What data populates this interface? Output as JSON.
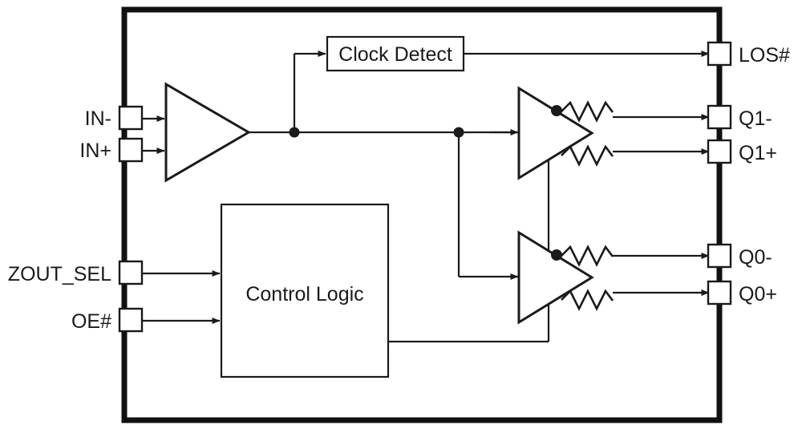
{
  "diagram": {
    "title": "Clock buffer block diagram",
    "colors": {
      "line": "#1a1a1a",
      "border": "#111111",
      "background": "#ffffff",
      "text": "#1a1a1a"
    },
    "blocks": [
      {
        "id": "clock-detect",
        "label": "Clock Detect"
      },
      {
        "id": "control-logic",
        "label": "Control Logic"
      }
    ],
    "amplifiers": [
      {
        "id": "input-buffer",
        "label": ""
      },
      {
        "id": "q1-output-buffer",
        "label": ""
      },
      {
        "id": "q0-output-buffer",
        "label": ""
      }
    ],
    "input_pins": [
      {
        "id": "in-minus",
        "label": "IN-"
      },
      {
        "id": "in-plus",
        "label": "IN+"
      },
      {
        "id": "zout-sel",
        "label": "ZOUT_SEL"
      },
      {
        "id": "oe-hash",
        "label": "OE#"
      }
    ],
    "output_pins": [
      {
        "id": "los-hash",
        "label": "LOS#"
      },
      {
        "id": "q1-minus",
        "label": "Q1-"
      },
      {
        "id": "q1-plus",
        "label": "Q1+"
      },
      {
        "id": "q0-minus",
        "label": "Q0-"
      },
      {
        "id": "q0-plus",
        "label": "Q0+"
      }
    ]
  }
}
